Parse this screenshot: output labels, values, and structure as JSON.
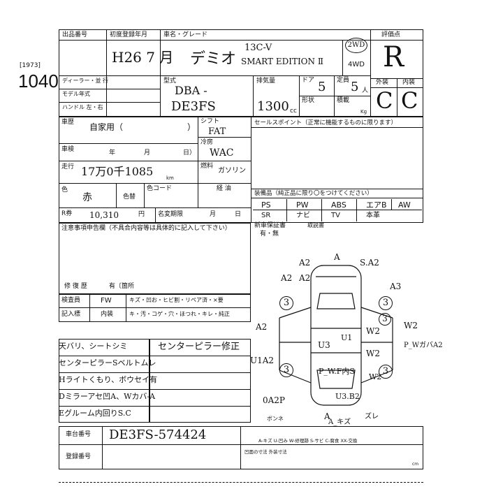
{
  "lot": {
    "auction_code": "[1973]",
    "number": "1040"
  },
  "header": {
    "lbl_lot": "出品番号",
    "lbl_first_reg": "初度登録年月",
    "first_reg_value": "H26 7 月",
    "lbl_model_grade": "車名・グレード",
    "model_name": "デミオ",
    "grade_top": "13C-V",
    "grade_bottom": "SMART EDITION Ⅱ",
    "drive_2wd": "2WD",
    "drive_4wd": "4WD",
    "lbl_score": "評価点",
    "score": "R",
    "lbl_exterior": "外装",
    "lbl_interior": "内装",
    "exterior_grade": "C",
    "interior_grade": "C"
  },
  "spec": {
    "lbl_dealer": "ディーラー・並 行",
    "lbl_model_year": "モデル年式",
    "lbl_handle": "ハンドル 左・右",
    "lbl_type": "型式",
    "type_top": "DBA -",
    "type_bottom": "DE3FS",
    "lbl_displacement": "排気量",
    "displacement": "1300",
    "unit_cc": "cc",
    "lbl_doors": "ドア",
    "doors": "5",
    "lbl_capacity": "定員",
    "capacity": "5",
    "unit_person": "人",
    "lbl_shape": "形状",
    "lbl_load": "積載",
    "unit_kg": "Kg"
  },
  "left": {
    "lbl_usage": "車歴",
    "usage_value": "自家用（",
    "usage_close": "）",
    "lbl_inspection": "車検",
    "inspection_year": "年",
    "inspection_month": "月",
    "inspection_day": "日）",
    "lbl_mileage": "走行",
    "mileage_value": "17万0千1085",
    "unit_km": "km",
    "lbl_color": "色",
    "color_value": "赤",
    "lbl_color_change": "色替",
    "lbl_color_code": "色コード",
    "lbl_recycle": "R券",
    "recycle_value": "10,310",
    "unit_yen": "円",
    "lbl_name_change": "名変期限",
    "name_change_month": "月",
    "name_change_day": "日"
  },
  "middle": {
    "lbl_shift": "シフト",
    "shift_value": "FAT",
    "lbl_ac": "冷房",
    "ac_value": "WAC",
    "lbl_fuel": "燃料",
    "fuel_value": "ガソリン",
    "lbl_econ": "経 油"
  },
  "sales_point": {
    "label": "セールスポイント（正常に機能するものに限ります）"
  },
  "equipment": {
    "label": "装備品（純正品に限り〇をつけてください）",
    "items": [
      "PS",
      "PW",
      "ABS",
      "エアB",
      "AW",
      "SR",
      "ナビ",
      "TV",
      "本革"
    ]
  },
  "new_car": {
    "label": "新車保証書",
    "label_manual": "取説書",
    "value": "有・無"
  },
  "notes": {
    "label": "注意事項申告欄（不具合内容等は具体的に記入して下さい）",
    "repair_label": "修 復 歴",
    "repair_value": "有〔箇所"
  },
  "inspector": {
    "label_inspector": "検査員",
    "label_symbols": "記入標",
    "fw": "FW",
    "fw_codes": "キズ・凹お・ヒビ割・リペア済・×要",
    "interior": "内装",
    "interior_codes": "キ・汚・コゲ・穴・ほつれ・キレ・純正"
  },
  "remarks": [
    "天バリ、シートシミ",
    "センターピラーSベルトムレ",
    "Hライトくもり、ボウセイ有",
    "Dミラーアセ凹A、Wカバ-A",
    "Eグルーム内回りS.C"
  ],
  "repair_note": "センターピラー修正",
  "diagram": {
    "labels": [
      "A2",
      "A2",
      "A2",
      "S.A2",
      "A3",
      "A2",
      "W2",
      "W2",
      "W2",
      "W2",
      "U1",
      "U1A2",
      "U3",
      "P_WガバA2",
      "P_W.F内S",
      "U3.B2",
      "0A2P",
      "A_キズ",
      "ズレ",
      "ボンネ"
    ],
    "circles": [
      "3",
      "3",
      "3",
      "3",
      "3"
    ],
    "top": "A",
    "bottom": "A"
  },
  "footer": {
    "lbl_chassis": "車台番号",
    "chassis_value": "DE3FS-574424",
    "lbl_plate": "登録番号",
    "legend": "A-キズ U-凹み W-修理跡 S-サビ C-腐食 XX-交換",
    "lbl_note1": "凹面の寸法 外装寸法",
    "unit_cm": "cm"
  }
}
